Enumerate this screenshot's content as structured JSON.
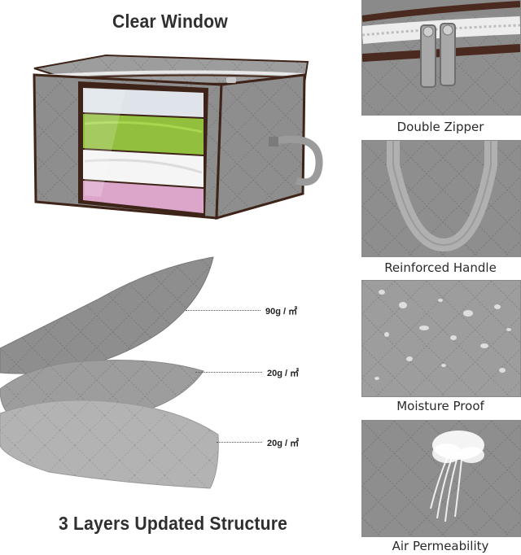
{
  "top_heading": "Clear Window",
  "bottom_heading": "3 Layers Updated Structure",
  "layers": [
    {
      "weight": "90g / ㎡"
    },
    {
      "weight": "20g / ㎡"
    },
    {
      "weight": "20g / ㎡"
    }
  ],
  "features": [
    {
      "label": "Double Zipper",
      "icon": "zipper-pulls"
    },
    {
      "label": "Reinforced Handle",
      "icon": "strap-handle"
    },
    {
      "label": "Moisture Proof",
      "icon": "water-droplets"
    },
    {
      "label": "Air Permeability",
      "icon": "air-flow"
    }
  ],
  "colors": {
    "fabric": "#8c8c8c",
    "trim": "#4a2a1e",
    "clothes": [
      "#d7dde6",
      "#8fbd3a",
      "#f2f2f2",
      "#d99cc7"
    ]
  }
}
